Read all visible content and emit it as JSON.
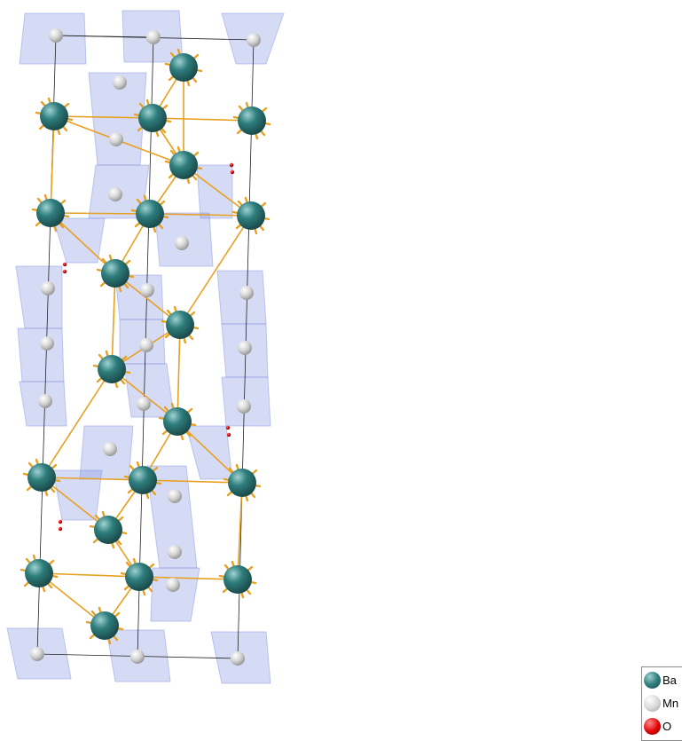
{
  "legend": {
    "items": [
      {
        "label": "Ba",
        "color": "#2e7d7d",
        "highlight": "#9fd2d2"
      },
      {
        "label": "Mn",
        "color": "#c8c8c8",
        "highlight": "#ffffff"
      },
      {
        "label": "O",
        "color": "#e00000",
        "highlight": "#ff8a8a"
      }
    ]
  },
  "colors": {
    "bond": "#e8a020",
    "bond_dark": "#b87400",
    "polyhedron": "#8090e0",
    "cell_edge": "#222222",
    "background": "#ffffff"
  }
}
